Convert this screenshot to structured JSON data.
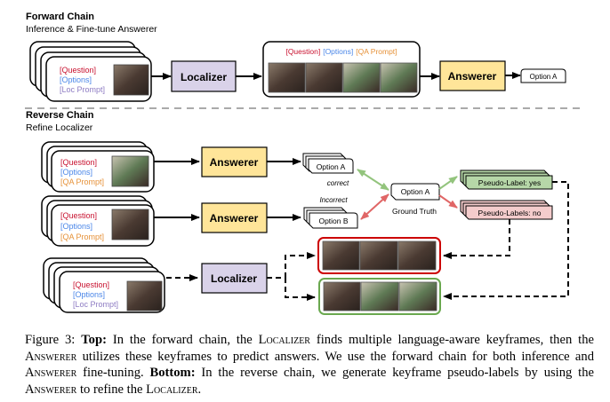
{
  "forward": {
    "title": "Forward Chain",
    "subtitle": "Inference & Fine-tune Answerer",
    "input_labels": [
      "[Question]",
      "[Options]",
      "[Loc Prompt]"
    ],
    "localizer_label": "Localizer",
    "keyframe_header": [
      "[Question]",
      "[Options]",
      "[QA Prompt]"
    ],
    "answerer_label": "Answerer",
    "output_label": "Option A"
  },
  "reverse": {
    "title": "Reverse Chain",
    "subtitle": "Refine Localizer",
    "input1_labels": [
      "[Question]",
      "[Options]",
      "[QA Prompt]"
    ],
    "input2_labels": [
      "[Question]",
      "[Options]",
      "[QA Prompt]"
    ],
    "input3_labels": [
      "[Question]",
      "[Options]",
      "[Loc Prompt]"
    ],
    "answerer1_label": "Answerer",
    "answerer2_label": "Answerer",
    "localizer_label": "Localizer",
    "option_a_label": "Option A",
    "option_b_label": "Option B",
    "correct_label": "correct",
    "incorrect_label": "Incorrect",
    "ground_truth_option": "Option A",
    "ground_truth_label": "Ground Truth",
    "pseudo_yes": "Pseudo-Label: yes",
    "pseudo_no": "Pseudo-Labels: no"
  },
  "colors": {
    "question": "#c8102e",
    "options": "#4a86e8",
    "loc_prompt": "#8e7cc3",
    "qa_prompt": "#e69138",
    "localizer_fill": "#d9d2e9",
    "answerer_fill": "#ffe599",
    "pseudo_yes_fill": "#b6d7a8",
    "pseudo_no_fill": "#f4cccc",
    "correct_arrow": "#93c47d",
    "incorrect_arrow": "#e06666",
    "red_border": "#cc0000",
    "green_border": "#6aa84f"
  },
  "caption": {
    "fig": "Figure 3:",
    "top_bold": "Top:",
    "t1": " In the forward chain, the ",
    "localizer_sc": "Localizer",
    "t2": " finds multiple language-aware keyframes, then the ",
    "answerer_sc": "Answerer",
    "t3": " utilizes these keyframes to predict answers. We use the forward chain for both inference and ",
    "answerer_sc2": "Answerer",
    "t4": " fine-tuning. ",
    "bottom_bold": "Bottom:",
    "t5": " In the reverse chain, we generate keyframe pseudo-labels by using the ",
    "answerer_sc3": "Answerer",
    "t6": " to refine the ",
    "localizer_sc2": "Localizer",
    "t7": "."
  }
}
